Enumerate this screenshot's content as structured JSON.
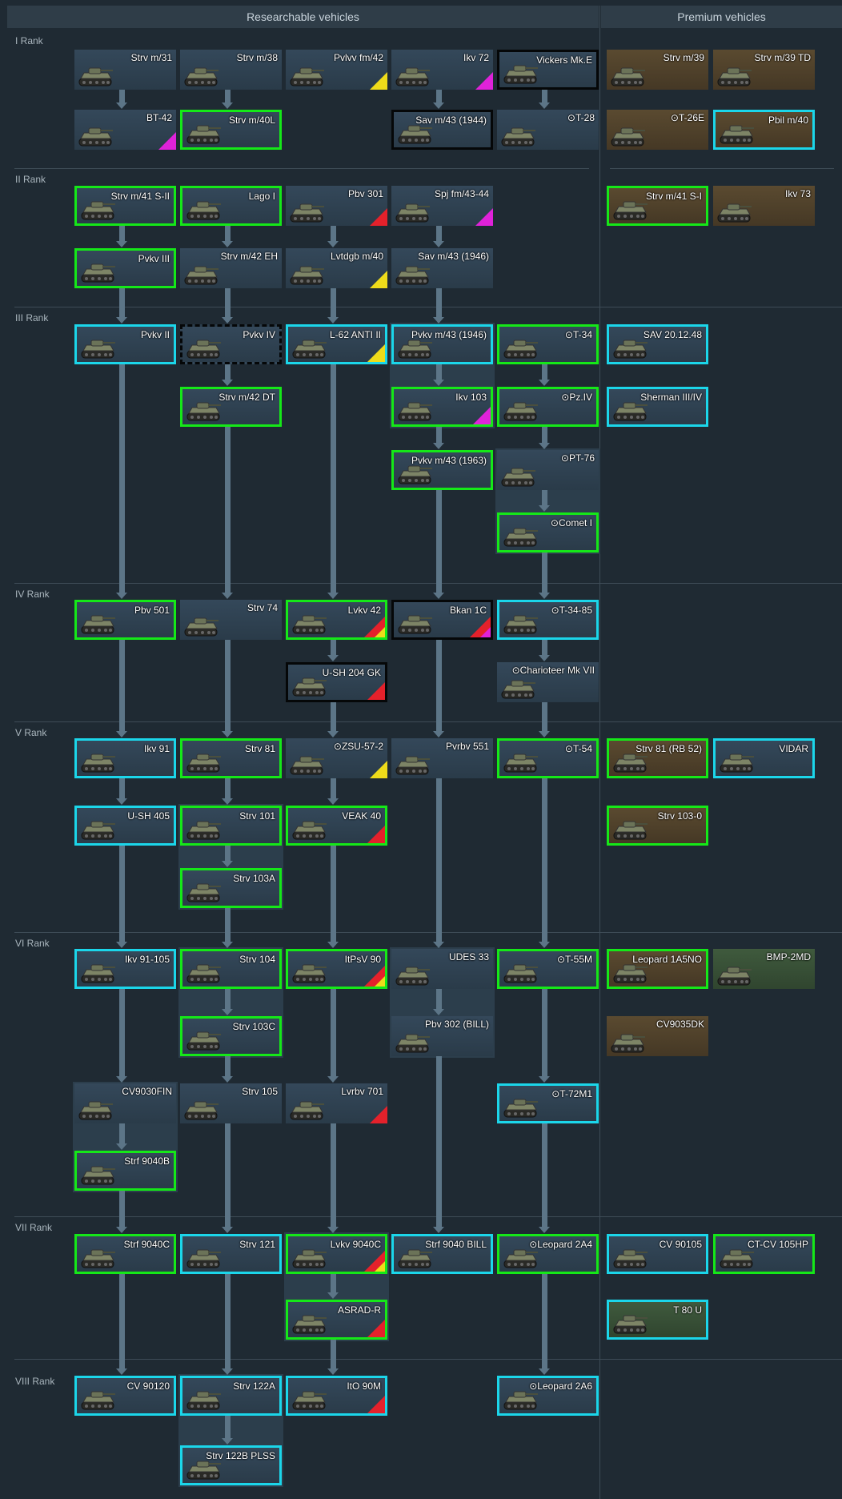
{
  "headers": {
    "researchable": "Researchable vehicles",
    "premium": "Premium vehicles"
  },
  "colors": {
    "background": "#1f2a33",
    "header": "#2f3d48",
    "connector": "#5c7587",
    "researched_border": "#15e818",
    "premium_border": "#1bd6ea",
    "event_border": "#050708",
    "flag_yellow": "#eedb1a",
    "flag_red": "#e4212b",
    "flag_pink": "#df22d9"
  },
  "ranks": [
    "I Rank",
    "II Rank",
    "III Rank",
    "IV Rank",
    "V Rank",
    "VI Rank",
    "VII Rank",
    "VIII Rank"
  ],
  "vehicles": [
    {
      "name": "Strv m/31",
      "icon": "tank-icon",
      "style": "research",
      "border": "none",
      "flags": []
    },
    {
      "name": "Strv m/38",
      "icon": "tank-icon",
      "style": "research",
      "border": "none",
      "flags": []
    },
    {
      "name": "Pvlvv fm/42",
      "icon": "tank-icon",
      "style": "research",
      "border": "none",
      "flags": [
        "yellow"
      ]
    },
    {
      "name": "Ikv 72",
      "icon": "tank-icon",
      "style": "research",
      "border": "none",
      "flags": [
        "pink"
      ]
    },
    {
      "name": "Vickers Mk.E",
      "icon": "tank-icon",
      "style": "research",
      "border": "black",
      "flags": []
    },
    {
      "name": "Strv m/39",
      "icon": "tank-icon",
      "style": "premium",
      "border": "none",
      "flags": []
    },
    {
      "name": "Strv m/39 TD",
      "icon": "tank-icon",
      "style": "premium",
      "border": "none",
      "flags": []
    },
    {
      "name": "BT-42",
      "icon": "tank-icon",
      "style": "research",
      "border": "none",
      "flags": [
        "pink"
      ]
    },
    {
      "name": "Strv m/40L",
      "icon": "tank-icon",
      "style": "research",
      "border": "green",
      "flags": []
    },
    {
      "name": "Sav m/43 (1944)",
      "icon": "tank-icon",
      "style": "research",
      "border": "black",
      "flags": []
    },
    {
      "name": "⊙T-28",
      "icon": "tank-icon",
      "style": "research",
      "border": "none",
      "flags": []
    },
    {
      "name": "⊙T-26E",
      "icon": "tank-icon",
      "style": "premium",
      "border": "none",
      "flags": []
    },
    {
      "name": "Pbil m/40",
      "icon": "tank-icon",
      "style": "premium",
      "border": "cyan",
      "flags": []
    },
    {
      "name": "Strv m/41 S-II",
      "icon": "tank-icon",
      "style": "research",
      "border": "green",
      "flags": []
    },
    {
      "name": "Lago I",
      "icon": "tank-icon",
      "style": "research",
      "border": "green",
      "flags": []
    },
    {
      "name": "Pbv 301",
      "icon": "tank-icon",
      "style": "research",
      "border": "none",
      "flags": [
        "red"
      ]
    },
    {
      "name": "Spj fm/43-44",
      "icon": "tank-icon",
      "style": "research",
      "border": "none",
      "flags": [
        "pink"
      ]
    },
    {
      "name": "Strv m/41 S-I",
      "icon": "tank-icon",
      "style": "premium",
      "border": "green",
      "flags": []
    },
    {
      "name": "Ikv 73",
      "icon": "tank-icon",
      "style": "premium",
      "border": "none",
      "flags": []
    },
    {
      "name": "Pvkv III",
      "icon": "tank-icon",
      "style": "research",
      "border": "green",
      "flags": []
    },
    {
      "name": "Strv m/42 EH",
      "icon": "tank-icon",
      "style": "research",
      "border": "none",
      "flags": []
    },
    {
      "name": "Lvtdgb m/40",
      "icon": "tank-icon",
      "style": "research",
      "border": "none",
      "flags": [
        "yellow"
      ]
    },
    {
      "name": "Sav m/43 (1946)",
      "icon": "tank-icon",
      "style": "research",
      "border": "none",
      "flags": []
    },
    {
      "name": "Pvkv II",
      "icon": "tank-icon",
      "style": "research",
      "border": "cyan",
      "flags": []
    },
    {
      "name": "Pvkv IV",
      "icon": "tank-icon",
      "style": "research",
      "border": "dashed",
      "flags": []
    },
    {
      "name": "L-62 ANTI II",
      "icon": "tank-icon",
      "style": "research",
      "border": "cyan",
      "flags": [
        "yellow"
      ]
    },
    {
      "name": "Pvkv m/43 (1946)",
      "icon": "tank-icon",
      "style": "research",
      "border": "cyan",
      "flags": []
    },
    {
      "name": "⊙T-34",
      "icon": "tank-icon",
      "style": "research",
      "border": "green",
      "flags": []
    },
    {
      "name": "SAV 20.12.48",
      "icon": "tank-icon",
      "style": "research",
      "border": "cyan",
      "flags": []
    },
    {
      "name": "Strv m/42 DT",
      "icon": "tank-icon",
      "style": "research",
      "border": "green",
      "flags": []
    },
    {
      "name": "Ikv 103",
      "icon": "tank-icon",
      "style": "research",
      "border": "green",
      "flags": [
        "pink"
      ]
    },
    {
      "name": "⊙Pz.IV",
      "icon": "tank-icon",
      "style": "research",
      "border": "green",
      "flags": []
    },
    {
      "name": "Sherman III/IV",
      "icon": "tank-icon",
      "style": "research",
      "border": "cyan",
      "flags": []
    },
    {
      "name": "Pvkv m/43 (1963)",
      "icon": "tank-icon",
      "style": "research",
      "border": "green",
      "flags": []
    },
    {
      "name": "⊙PT-76",
      "icon": "tank-icon",
      "style": "research",
      "border": "none",
      "flags": []
    },
    {
      "name": "⊙Comet I",
      "icon": "tank-icon",
      "style": "research",
      "border": "green",
      "flags": []
    },
    {
      "name": "Pbv 501",
      "icon": "tank-icon",
      "style": "research",
      "border": "green",
      "flags": []
    },
    {
      "name": "Strv 74",
      "icon": "tank-icon",
      "style": "research",
      "border": "none",
      "flags": []
    },
    {
      "name": "Lvkv 42",
      "icon": "tank-icon",
      "style": "research",
      "border": "green",
      "flags": [
        "red",
        "yellow"
      ]
    },
    {
      "name": "Bkan 1C",
      "icon": "tank-icon",
      "style": "research",
      "border": "black",
      "flags": [
        "red",
        "pink"
      ]
    },
    {
      "name": "⊙T-34-85",
      "icon": "tank-icon",
      "style": "research",
      "border": "cyan",
      "flags": []
    },
    {
      "name": "U-SH 204 GK",
      "icon": "tank-icon",
      "style": "research",
      "border": "black",
      "flags": [
        "red"
      ]
    },
    {
      "name": "⊙Charioteer Mk VII",
      "icon": "tank-icon",
      "style": "research",
      "border": "none",
      "flags": []
    },
    {
      "name": "Ikv 91",
      "icon": "tank-icon",
      "style": "research",
      "border": "cyan",
      "flags": []
    },
    {
      "name": "Strv 81",
      "icon": "tank-icon",
      "style": "research",
      "border": "green",
      "flags": []
    },
    {
      "name": "⊙ZSU-57-2",
      "icon": "tank-icon",
      "style": "research",
      "border": "none",
      "flags": [
        "yellow"
      ]
    },
    {
      "name": "Pvrbv 551",
      "icon": "tank-icon",
      "style": "research",
      "border": "none",
      "flags": []
    },
    {
      "name": "⊙T-54",
      "icon": "tank-icon",
      "style": "research",
      "border": "green",
      "flags": []
    },
    {
      "name": "Strv 81 (RB 52)",
      "icon": "tank-icon",
      "style": "premium",
      "border": "green",
      "flags": []
    },
    {
      "name": "VIDAR",
      "icon": "tank-icon",
      "style": "research",
      "border": "cyan",
      "flags": []
    },
    {
      "name": "U-SH 405",
      "icon": "tank-icon",
      "style": "research",
      "border": "cyan",
      "flags": []
    },
    {
      "name": "Strv 101",
      "icon": "tank-icon",
      "style": "research",
      "border": "green",
      "flags": []
    },
    {
      "name": "VEAK 40",
      "icon": "tank-icon",
      "style": "research",
      "border": "green",
      "flags": [
        "red"
      ]
    },
    {
      "name": "Strv 103-0",
      "icon": "tank-icon",
      "style": "premium",
      "border": "green",
      "flags": []
    },
    {
      "name": "Strv 103A",
      "icon": "tank-icon",
      "style": "research",
      "border": "green",
      "flags": []
    },
    {
      "name": "Ikv 91-105",
      "icon": "tank-icon",
      "style": "research",
      "border": "cyan",
      "flags": []
    },
    {
      "name": "Strv 104",
      "icon": "tank-icon",
      "style": "research",
      "border": "green",
      "flags": []
    },
    {
      "name": "ItPsV 90",
      "icon": "tank-icon",
      "style": "research",
      "border": "green",
      "flags": [
        "red",
        "yellow"
      ]
    },
    {
      "name": "UDES 33",
      "icon": "tank-icon",
      "style": "research",
      "border": "none",
      "flags": []
    },
    {
      "name": "⊙T-55M",
      "icon": "tank-icon",
      "style": "research",
      "border": "green",
      "flags": []
    },
    {
      "name": "Leopard 1A5NO",
      "icon": "tank-icon",
      "style": "premium",
      "border": "green",
      "flags": []
    },
    {
      "name": "BMP-2MD",
      "icon": "tank-icon",
      "style": "squadron",
      "border": "none",
      "flags": []
    },
    {
      "name": "Strv 103C",
      "icon": "tank-icon",
      "style": "research",
      "border": "green",
      "flags": []
    },
    {
      "name": "Pbv 302 (BILL)",
      "icon": "tank-icon",
      "style": "research",
      "border": "none",
      "flags": []
    },
    {
      "name": "CV9035DK",
      "icon": "tank-icon",
      "style": "premium",
      "border": "none",
      "flags": []
    },
    {
      "name": "CV9030FIN",
      "icon": "tank-icon",
      "style": "research",
      "border": "none",
      "flags": []
    },
    {
      "name": "Strv 105",
      "icon": "tank-icon",
      "style": "research",
      "border": "none",
      "flags": []
    },
    {
      "name": "Lvrbv 701",
      "icon": "tank-icon",
      "style": "research",
      "border": "none",
      "flags": [
        "red"
      ]
    },
    {
      "name": "⊙T-72M1",
      "icon": "tank-icon",
      "style": "research",
      "border": "cyan",
      "flags": []
    },
    {
      "name": "Strf 9040B",
      "icon": "tank-icon",
      "style": "research",
      "border": "green",
      "flags": []
    },
    {
      "name": "Strf 9040C",
      "icon": "tank-icon",
      "style": "research",
      "border": "green",
      "flags": []
    },
    {
      "name": "Strv 121",
      "icon": "tank-icon",
      "style": "research",
      "border": "cyan",
      "flags": []
    },
    {
      "name": "Lvkv 9040C",
      "icon": "tank-icon",
      "style": "research",
      "border": "green",
      "flags": [
        "red",
        "yellow"
      ]
    },
    {
      "name": "Strf 9040 BILL",
      "icon": "tank-icon",
      "style": "research",
      "border": "cyan",
      "flags": []
    },
    {
      "name": "⊙Leopard 2A4",
      "icon": "tank-icon",
      "style": "research",
      "border": "green",
      "flags": []
    },
    {
      "name": "CV 90105",
      "icon": "tank-icon",
      "style": "research",
      "border": "cyan",
      "flags": []
    },
    {
      "name": "CT-CV 105HP",
      "icon": "tank-icon",
      "style": "research",
      "border": "green",
      "flags": []
    },
    {
      "name": "ASRAD-R",
      "icon": "tank-icon",
      "style": "research",
      "border": "green",
      "flags": [
        "red"
      ]
    },
    {
      "name": "T 80 U",
      "icon": "tank-icon",
      "style": "squadron",
      "border": "cyan",
      "flags": []
    },
    {
      "name": "CV 90120",
      "icon": "tank-icon",
      "style": "research",
      "border": "cyan",
      "flags": []
    },
    {
      "name": "Strv 122A",
      "icon": "tank-icon",
      "style": "research",
      "border": "cyan",
      "flags": []
    },
    {
      "name": "ItO 90M",
      "icon": "tank-icon",
      "style": "research",
      "border": "cyan",
      "flags": [
        "red"
      ]
    },
    {
      "name": "⊙Leopard 2A6",
      "icon": "tank-icon",
      "style": "research",
      "border": "cyan",
      "flags": []
    },
    {
      "name": "Strv 122B PLSS",
      "icon": "tank-icon",
      "style": "research",
      "border": "cyan",
      "flags": []
    }
  ]
}
